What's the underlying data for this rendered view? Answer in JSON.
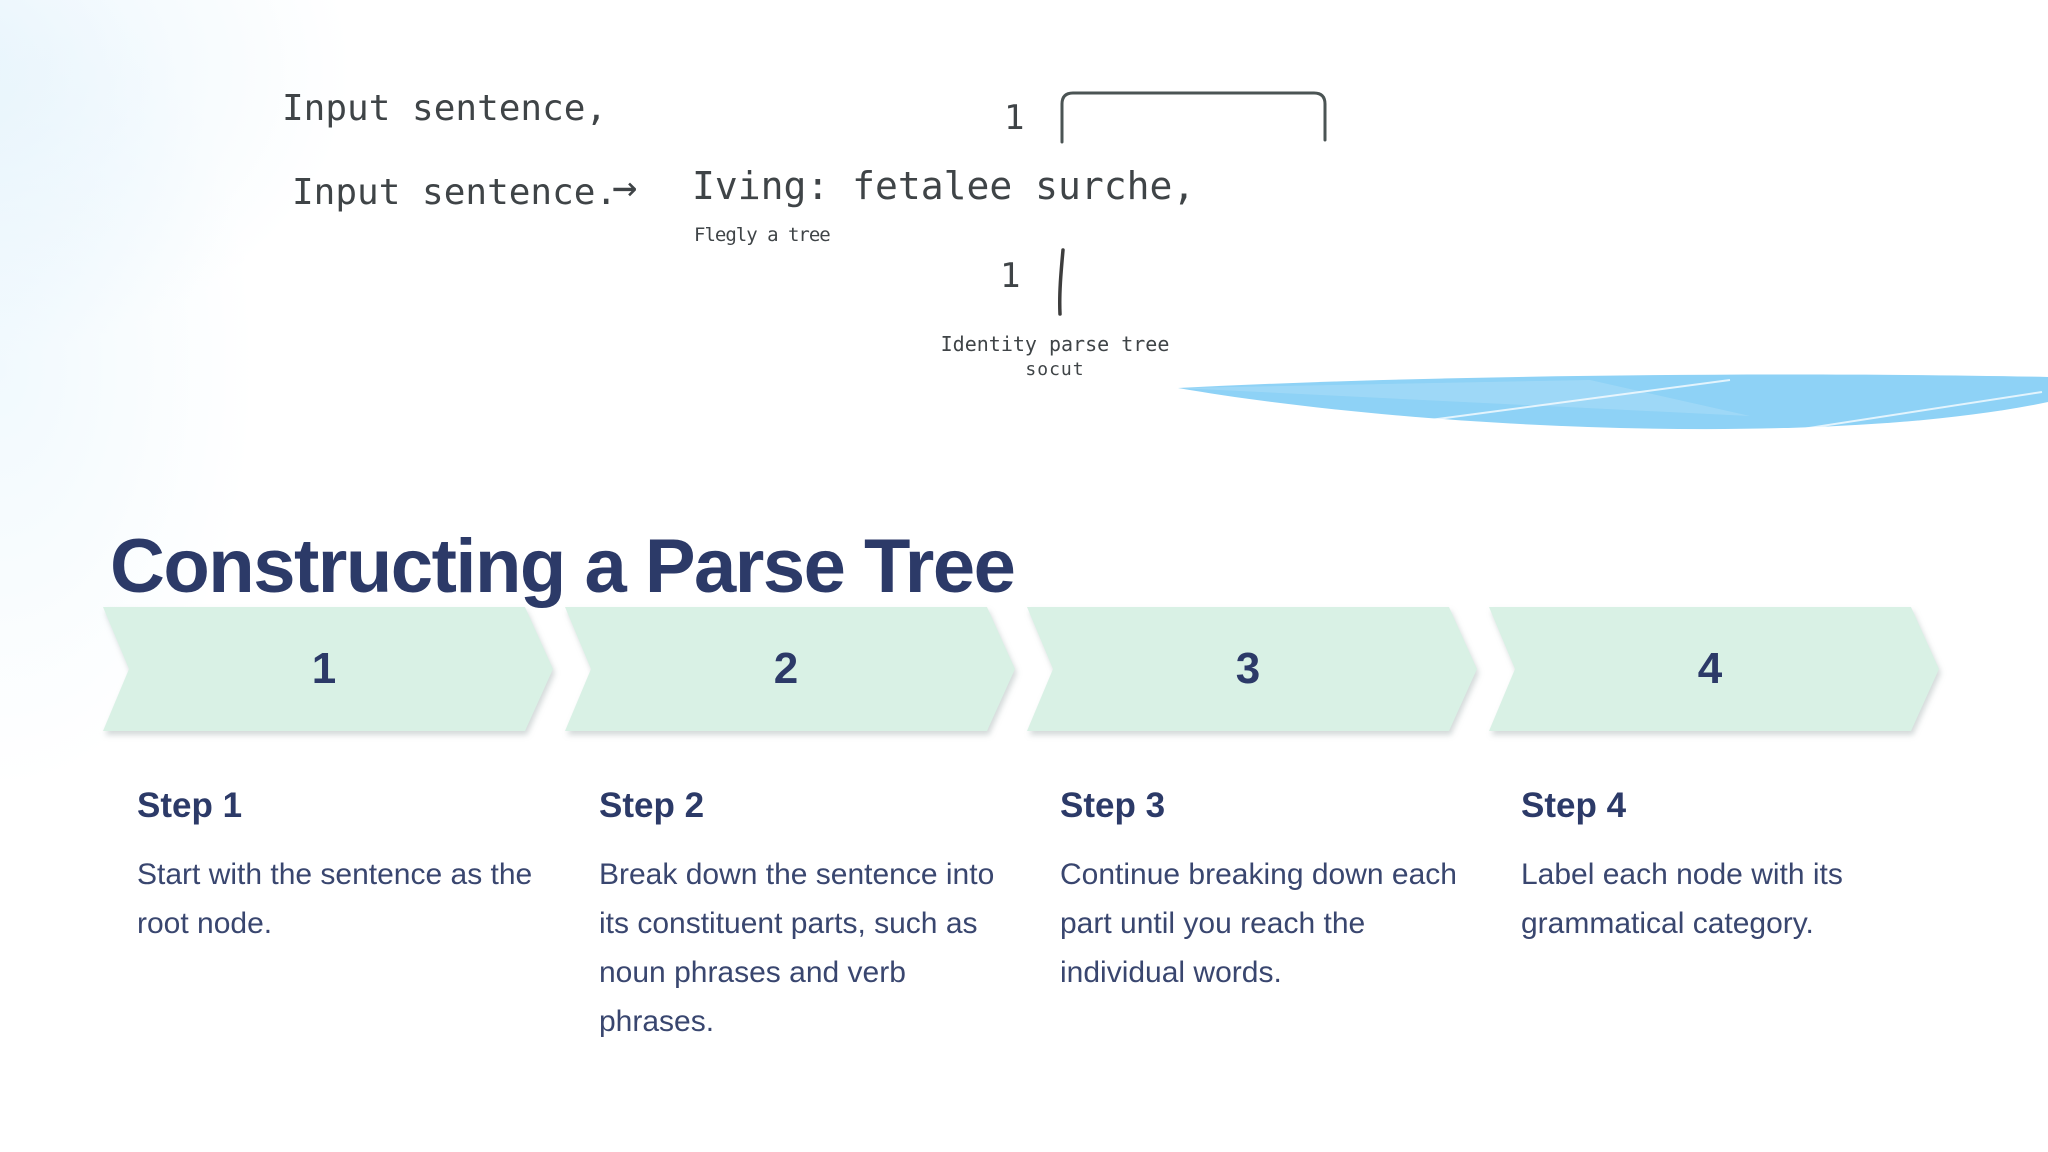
{
  "slide": {
    "title": "Constructing a Parse Tree"
  },
  "sketch": {
    "line1": "Input sentence,",
    "line2": "Input sentence.",
    "arrow_glyph": "→",
    "phrase": "Iving: fetalee surche,",
    "phrase_caption": "Flegly a tree",
    "bracket_label": "1",
    "stroke_label": "1",
    "caption_line1": "Identity parse tree",
    "caption_line2": "socut"
  },
  "steps": [
    {
      "number": "1",
      "heading": "Step 1",
      "description": "Start with the sentence as the root node."
    },
    {
      "number": "2",
      "heading": "Step 2",
      "description": "Break down the sentence into its constituent parts, such as noun phrases and verb phrases."
    },
    {
      "number": "3",
      "heading": "Step 3",
      "description": "Continue breaking down each part until you reach the individual words."
    },
    {
      "number": "4",
      "heading": "Step 4",
      "description": "Label each node with its grammatical category."
    }
  ],
  "colors": {
    "navy": "#2c3a68",
    "body": "#39466f",
    "mint": "#d9f1e5",
    "ink": "#3f4447",
    "blue": "#8ed2f6"
  }
}
